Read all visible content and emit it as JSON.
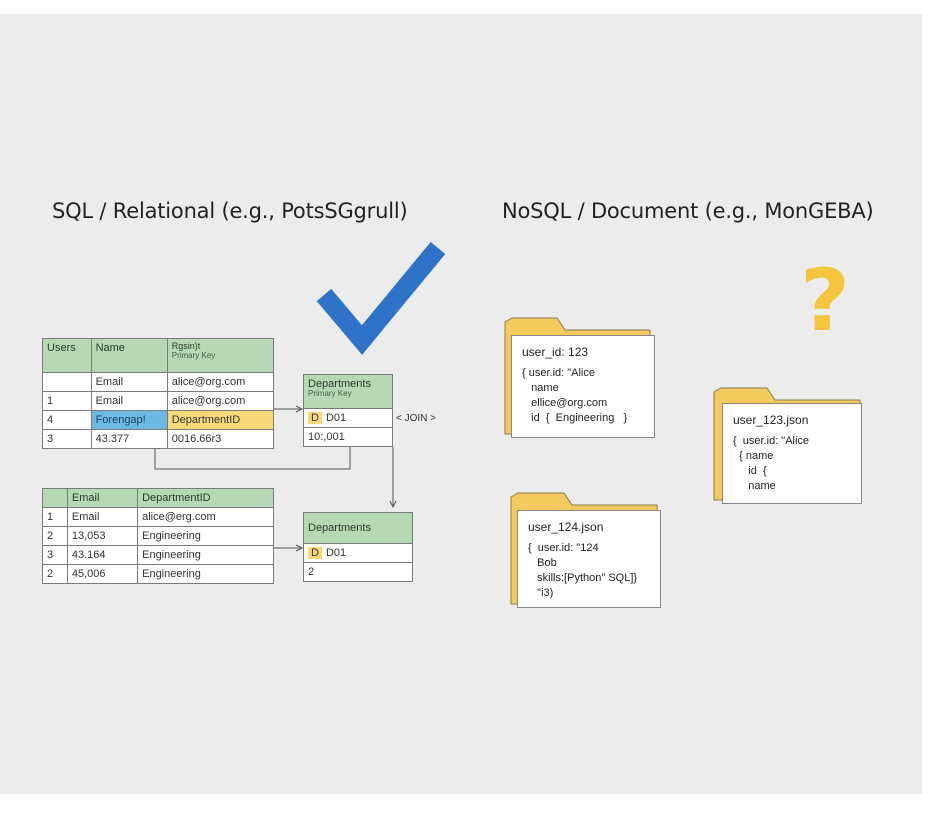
{
  "headings": {
    "sql": "SQL / Relational (e.g., PotsSGgrull)",
    "nosql": "NoSQL / Document (e.g., MonGEBA)"
  },
  "marks": {
    "check_color": "#2f73c9",
    "question": "?",
    "question_color": "#f4c53d"
  },
  "users_table": {
    "headers": [
      "Users",
      "Name",
      "Rgsin)t",
      "Primary Key"
    ],
    "rows": [
      [
        "",
        "Email",
        "alice@org.com"
      ],
      [
        "1",
        "Email",
        "alice@org.com"
      ],
      [
        "4",
        "Forengap!",
        "DepartmentID"
      ],
      [
        "3",
        "43.377",
        "0016.66r3"
      ]
    ]
  },
  "emp_table": {
    "headers": [
      "",
      "Email",
      "DepartmentID"
    ],
    "rows": [
      [
        "1",
        "Email",
        "alice@erg.com"
      ],
      [
        "2",
        "13,053",
        "Engineering"
      ],
      [
        "3",
        "43.164",
        "Engineering"
      ],
      [
        "2",
        "45,006",
        "Engineering"
      ]
    ]
  },
  "dept_table_1": {
    "title": "Departments",
    "subtitle": "Primary Key",
    "rows": [
      [
        "D",
        "D01"
      ],
      [
        "",
        "10:,001"
      ]
    ]
  },
  "dept_table_2": {
    "title": "Departments",
    "rows": [
      [
        "D",
        "D01"
      ],
      [
        "",
        "2"
      ]
    ]
  },
  "join_label": "< JOIN >",
  "documents": {
    "doc1": {
      "title": "user_id: 123",
      "lines": [
        "{ user.id: \"Alice",
        "   name",
        "   ellice@org.com",
        "   id  {  Engineering   }"
      ]
    },
    "doc2": {
      "title": "user_123.json",
      "lines": [
        "{  user.id: \"Alice",
        "  { name",
        "     id  {",
        "     name"
      ]
    },
    "doc3": {
      "title": "user_124.json",
      "lines": [
        "{  user.id: \"124",
        "   Bob",
        "   skills:[Python\" SQL]}",
        "   \"i3)"
      ]
    }
  },
  "colors": {
    "panel_bg": "#ececec",
    "header_green": "#b7d8b5",
    "highlight_blue": "#6db9e6",
    "highlight_yellow": "#f7d978",
    "folder_yellow": "#f4c95d"
  }
}
